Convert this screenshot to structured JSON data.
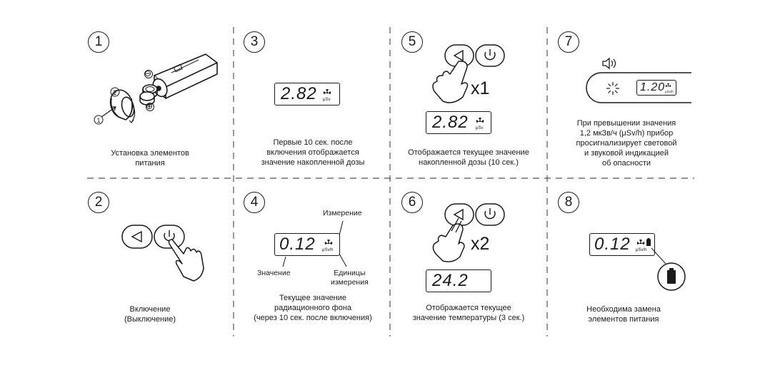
{
  "steps": [
    {
      "num": "1",
      "caption": [
        "Установка элементов",
        "питания"
      ]
    },
    {
      "num": "2",
      "caption": [
        "Включение",
        "(Выключение)"
      ]
    },
    {
      "num": "3",
      "caption": [
        "Первые 10 сек. после",
        "включения отображается",
        "значение накопленной дозы"
      ],
      "display": "2.82",
      "unit": "μSv"
    },
    {
      "num": "4",
      "caption": [
        "Текущее значение",
        "радиационного фона",
        "(через 10 сек. после включения)"
      ],
      "display": "0.12",
      "unit": "μSv/h",
      "labels": {
        "measurement": "Измерение",
        "value": "Значение",
        "units": [
          "Единицы",
          "измерения"
        ]
      }
    },
    {
      "num": "5",
      "caption": [
        "Отображается текущее значение",
        "накопленной дозы (10 сек.)"
      ],
      "display": "2.82",
      "unit": "μSv",
      "press": "x1"
    },
    {
      "num": "6",
      "caption": [
        "Отображается текущее",
        "значение температуры (3 сек.)"
      ],
      "display": "24.2",
      "press": "x2"
    },
    {
      "num": "7",
      "caption": [
        "При превышении значения",
        "1,2 мкЗв/ч (μSv/h) прибор",
        "просигнализирует световой",
        "и звуковой индикацией",
        "об опасности"
      ],
      "display": "1.20",
      "unit": "μSv/h"
    },
    {
      "num": "8",
      "caption": [
        "Необходима замена",
        "элементов питания"
      ],
      "display": "0.12",
      "unit": "μSv/h"
    }
  ],
  "battery_labels": {
    "n1": "1",
    "n2": "2",
    "minus": "⊖",
    "plus": "⊕"
  },
  "icons": [
    "battery-icon",
    "sound-icon",
    "flash-icon",
    "radiation-icon",
    "power-icon",
    "back-arrow-icon",
    "hand-pointer-icon"
  ]
}
